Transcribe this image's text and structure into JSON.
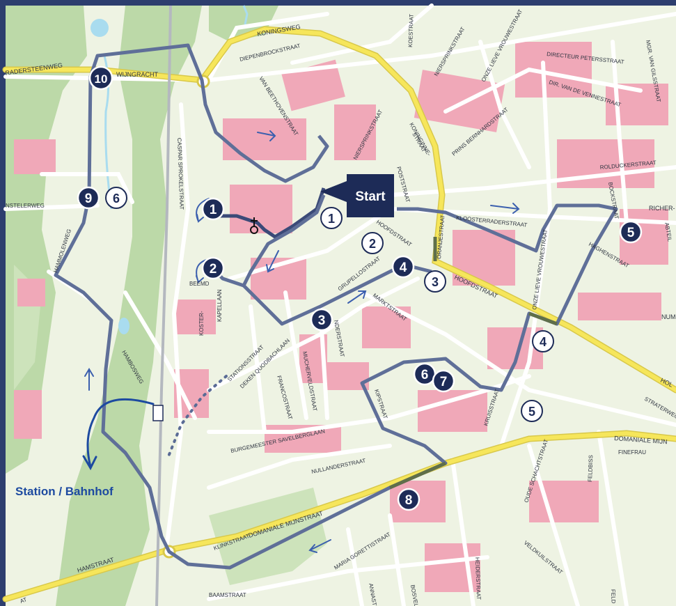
{
  "map": {
    "start_label": "Start",
    "station_label": "Station / Bahnhof",
    "colors": {
      "route": "#5f6f98",
      "route_dark": "#3b4a78",
      "highlight_road": "#f6e65b",
      "buildings": "#f0a8b8",
      "park": "#bcd9a8",
      "water": "#a9dcef",
      "background": "#eef3e3",
      "badge": "#1d2b57"
    },
    "route_a_markers": [
      "1",
      "2",
      "3",
      "4",
      "5",
      "6",
      "7",
      "8",
      "9",
      "10"
    ],
    "route_b_markers": [
      "1",
      "2",
      "3",
      "4",
      "5",
      "6"
    ],
    "streets": {
      "koningsweg": "KONINGSWEG",
      "diepenbrockstraat": "DIEPENBROCKSTRAAT",
      "koestraat": "KOESTRAAT",
      "niersprinkstraat_1": "NIERSPRINKSTRAAT",
      "niersprinkstraat_2": "NIERSPRINKSTRAAT",
      "onze_lieve_vrouwestraat": "ONZE LIEVE VROUWESTRAAT",
      "directeur_petersstraat": "DIRECTEUR PETERSSTRAAT",
      "mgr_van_gilsstraat": "MGR. VAN GILSSTRAAT",
      "dir_van_de_vennestraat": "DIR. VAN DE VENNESTRAAT",
      "raderstenweg": "RADERSTEENWEG",
      "wijngracht": "WIJNGRACHT",
      "van_beethovenstraat": "VAN BEETHOVENSTRAAT",
      "koninginnestraat_1": "KONINGINNE-",
      "koninginnestraat_2": "STRAAT",
      "prins_bernhardstraat": "PRINS BERNHARDSTRAAT",
      "poststraat": "POSTSTRAAT",
      "rolduckerstraat": "ROLDUCKERSTRAAT",
      "caspar_sprokelstraat": "CASPAR SPROKELSTRAAT",
      "bockstraat": "BOCKSTRAAT",
      "richter": "RICHER-",
      "kloosterraderstraat": "KLOOSTERRADERSTRAAT",
      "onze_lieve_vrouwestraat_2": "ONZE LIEVE VROUWESTRAAT",
      "hoofdstraat_1": "HOOFDSTRAAT",
      "hoofdstraat_2": "HOOFDSTRAAT",
      "oranjestraat": "ORANJESTRAAT",
      "haghenstraat": "HAGHENSTRAAT",
      "abteil": "ABTEIL",
      "nstelerweg": "NSTELERWEG",
      "hammolenweg": "HAMMOLENWEG",
      "beemd": "BEEMD",
      "kapellaan": "KAPELLAAN",
      "koster": "KOSTER-",
      "grupellostraat": "GRUPELLOSTRAAT",
      "markstraat": "MARKTSTRAAT",
      "num": "NUM",
      "nderstraat": "NDERSTRAAT",
      "stationstraat": "STATIONSSTRAAT",
      "deken": "DEKEN QUODBACHLAAN",
      "francostraat": "FRANCOSTRAAT",
      "mucherveldstraat": "MUCHERVELDSTRAAT",
      "hambosweg": "HAMBOSWEG",
      "kruisstraat": "KRUISSTRAAT",
      "kopstraat": "KIPSTRAAT",
      "hol": "HOL",
      "stratenweg": "STRATERWEG",
      "burgemeester": "BURGEMEESTER SAVELBERGLAAN",
      "domaniale_1": "DOMANIALE MIJN",
      "finefrau": "FINEFRAU",
      "feldbiss": "FELDBISS",
      "nullanderstraat": "NULLANDERSTRAAT",
      "oude_schachtstraat": "OUDE SCHACHTSTRAAT",
      "klinkstraat": "KLINKSTRAAT",
      "domaniale_2": "DOMANIALE MIJNSTRAAT",
      "veldkuilstraat": "VELDKUILSTRAAT",
      "hamstraat": "HAMSTRAAT",
      "maria": "MARIA GORETTISTRAAT",
      "baamstraat": "BAAMSTRAAT",
      "annastraat": "ANNASTRAAT",
      "bosveld": "BOSVELD",
      "heiderstraat": "HEIDERSTRAAT",
      "feld": "FELD",
      "at": "AT"
    }
  }
}
